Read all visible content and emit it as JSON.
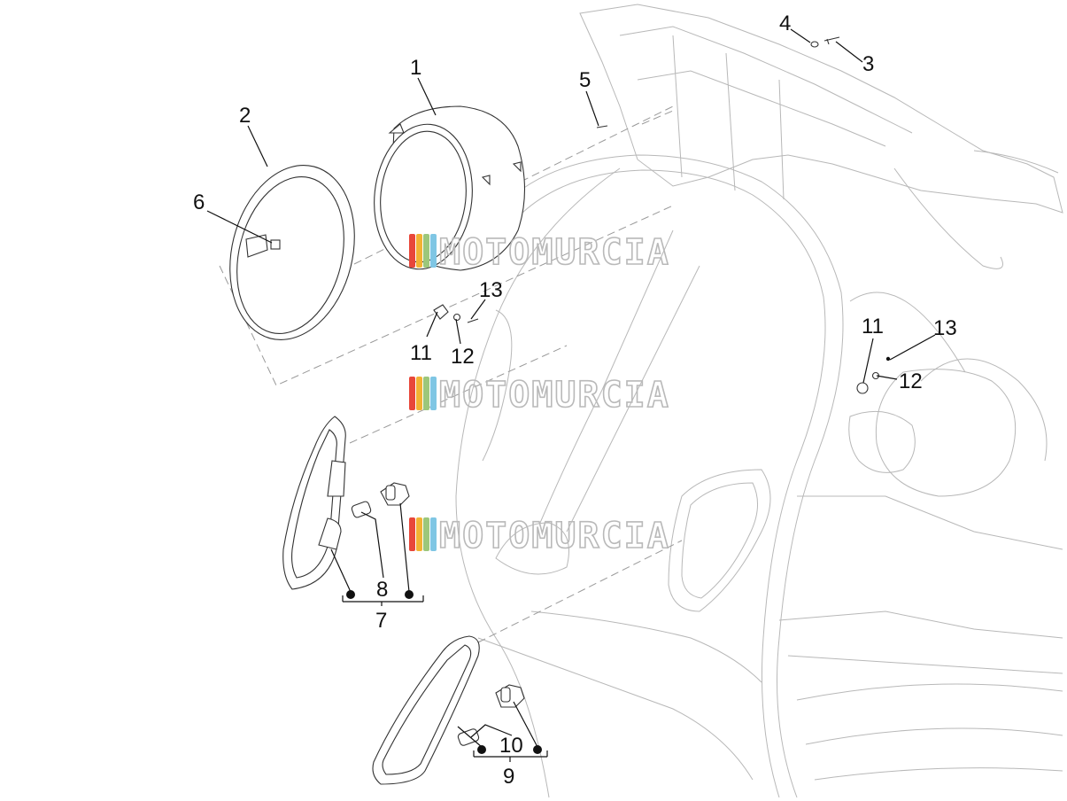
{
  "callouts": [
    {
      "id": "c1",
      "text": "1"
    },
    {
      "id": "c2",
      "text": "2"
    },
    {
      "id": "c3",
      "text": "3"
    },
    {
      "id": "c4",
      "text": "4"
    },
    {
      "id": "c5",
      "text": "5"
    },
    {
      "id": "c6",
      "text": "6"
    },
    {
      "id": "c7",
      "text": "7"
    },
    {
      "id": "c8",
      "text": "8"
    },
    {
      "id": "c9",
      "text": "9"
    },
    {
      "id": "c10",
      "text": "10"
    },
    {
      "id": "c11a",
      "text": "11"
    },
    {
      "id": "c11b",
      "text": "11"
    },
    {
      "id": "c12a",
      "text": "12"
    },
    {
      "id": "c12b",
      "text": "12"
    },
    {
      "id": "c13a",
      "text": "13"
    },
    {
      "id": "c13b",
      "text": "13"
    }
  ],
  "watermark": {
    "text": "MOTOMURCIA",
    "stripe_colors": [
      "#e8473a",
      "#f2b233",
      "#9cc77b",
      "#7fc6e4"
    ]
  }
}
